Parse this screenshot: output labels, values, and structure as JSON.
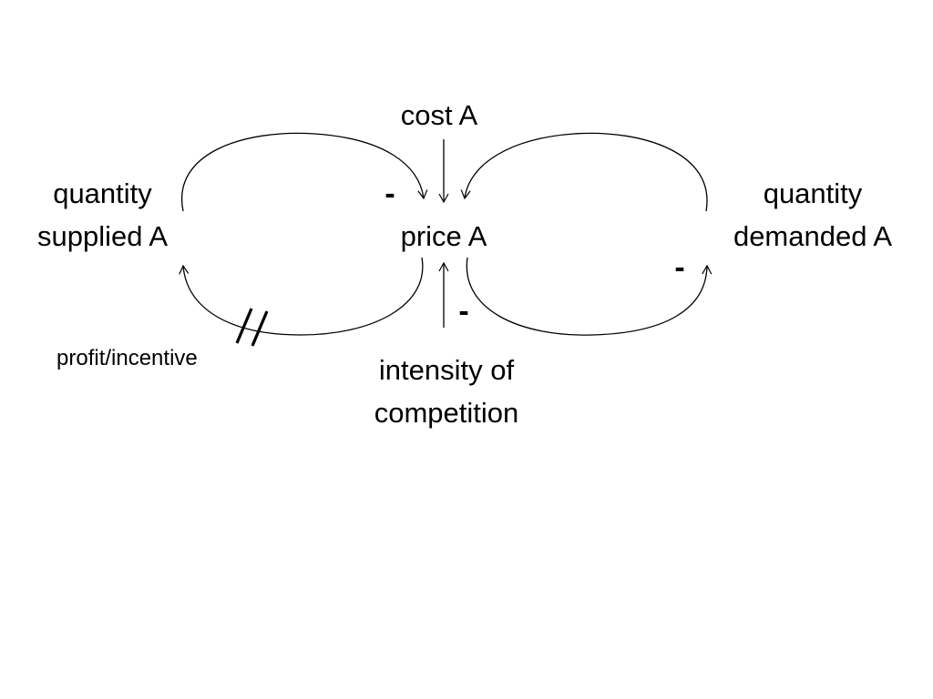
{
  "diagram": {
    "nodes": {
      "cost": {
        "label": "cost A"
      },
      "price": {
        "label": "price A"
      },
      "supplied": {
        "line1": "quantity",
        "line2": "supplied A"
      },
      "demanded": {
        "line1": "quantity",
        "line2": "demanded A"
      },
      "competition": {
        "line1": "intensity of",
        "line2": "competition"
      }
    },
    "link_labels": {
      "delay_annotation": "profit/incentive"
    },
    "polarities": {
      "supplied_to_price": "-",
      "price_to_demanded": "-",
      "competition_to_price": "-"
    },
    "colors": {
      "stroke": "#000000",
      "background": "#ffffff"
    }
  }
}
